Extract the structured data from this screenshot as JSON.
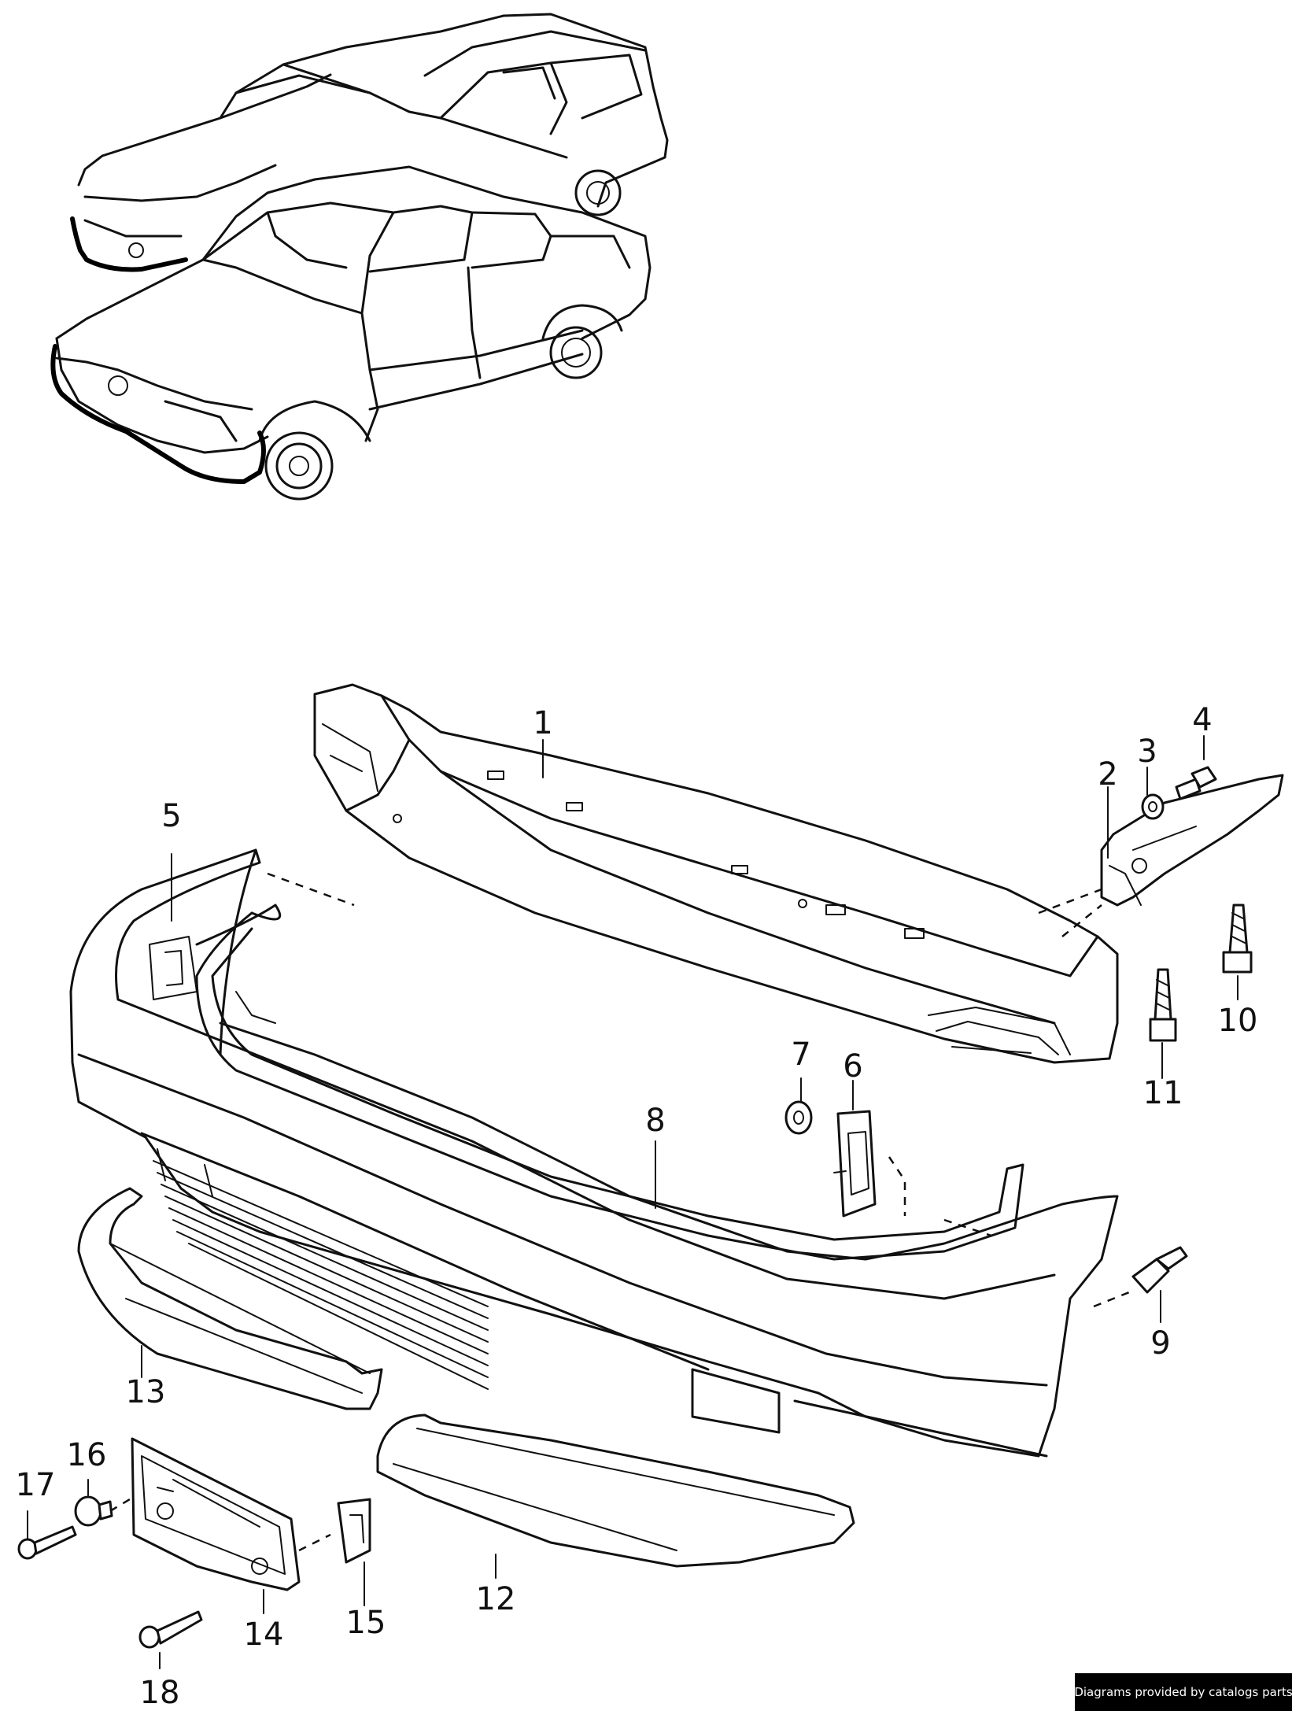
{
  "callouts": [
    {
      "id": "1",
      "label": "1"
    },
    {
      "id": "2",
      "label": "2"
    },
    {
      "id": "3",
      "label": "3"
    },
    {
      "id": "4",
      "label": "4"
    },
    {
      "id": "5",
      "label": "5"
    },
    {
      "id": "6",
      "label": "6"
    },
    {
      "id": "7",
      "label": "7"
    },
    {
      "id": "8",
      "label": "8"
    },
    {
      "id": "9",
      "label": "9"
    },
    {
      "id": "10",
      "label": "10"
    },
    {
      "id": "11",
      "label": "11"
    },
    {
      "id": "12",
      "label": "12"
    },
    {
      "id": "13",
      "label": "13"
    },
    {
      "id": "14",
      "label": "14"
    },
    {
      "id": "15",
      "label": "15"
    },
    {
      "id": "16",
      "label": "16"
    },
    {
      "id": "17",
      "label": "17"
    },
    {
      "id": "18",
      "label": "18"
    }
  ],
  "footer": {
    "credit": "Diagrams provided by catalogs parts"
  },
  "colors": {
    "line": "#111111",
    "background": "#ffffff",
    "badge": "#000000"
  }
}
